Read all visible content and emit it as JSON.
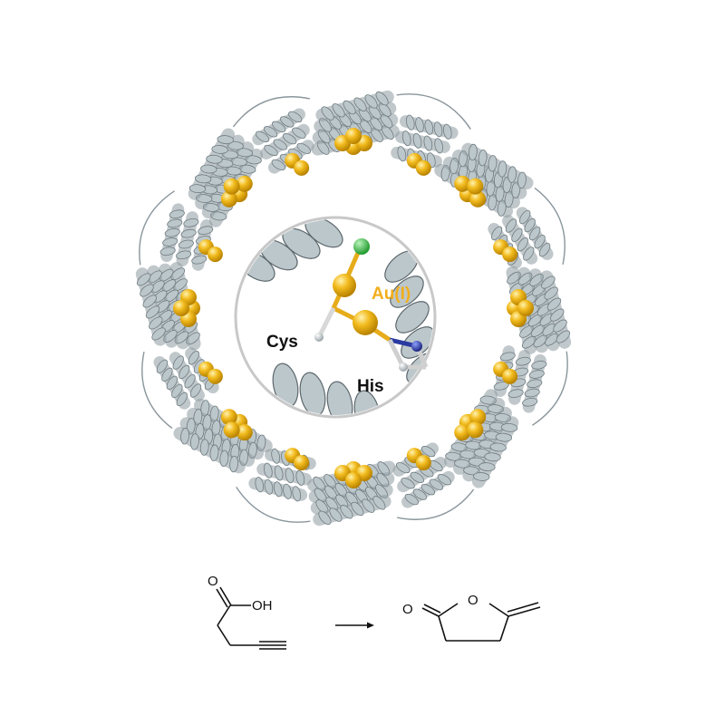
{
  "labels": {
    "metal": "Au(I)",
    "cys": "Cys",
    "his": "His"
  },
  "reaction": {
    "reactant_oxygen": "O",
    "reactant_oh": "OH",
    "product_carbonyl_oxygen": "O",
    "product_ring_oxygen": "O"
  },
  "colors": {
    "protein": "#bcc7cb",
    "protein_dark": "#8f9ca2",
    "gold": "#f0b81c",
    "gold_dark": "#c38b00",
    "chloride": "#2dbb3a",
    "nitrogen": "#2233aa",
    "label_metal": "#f2ae1b"
  }
}
